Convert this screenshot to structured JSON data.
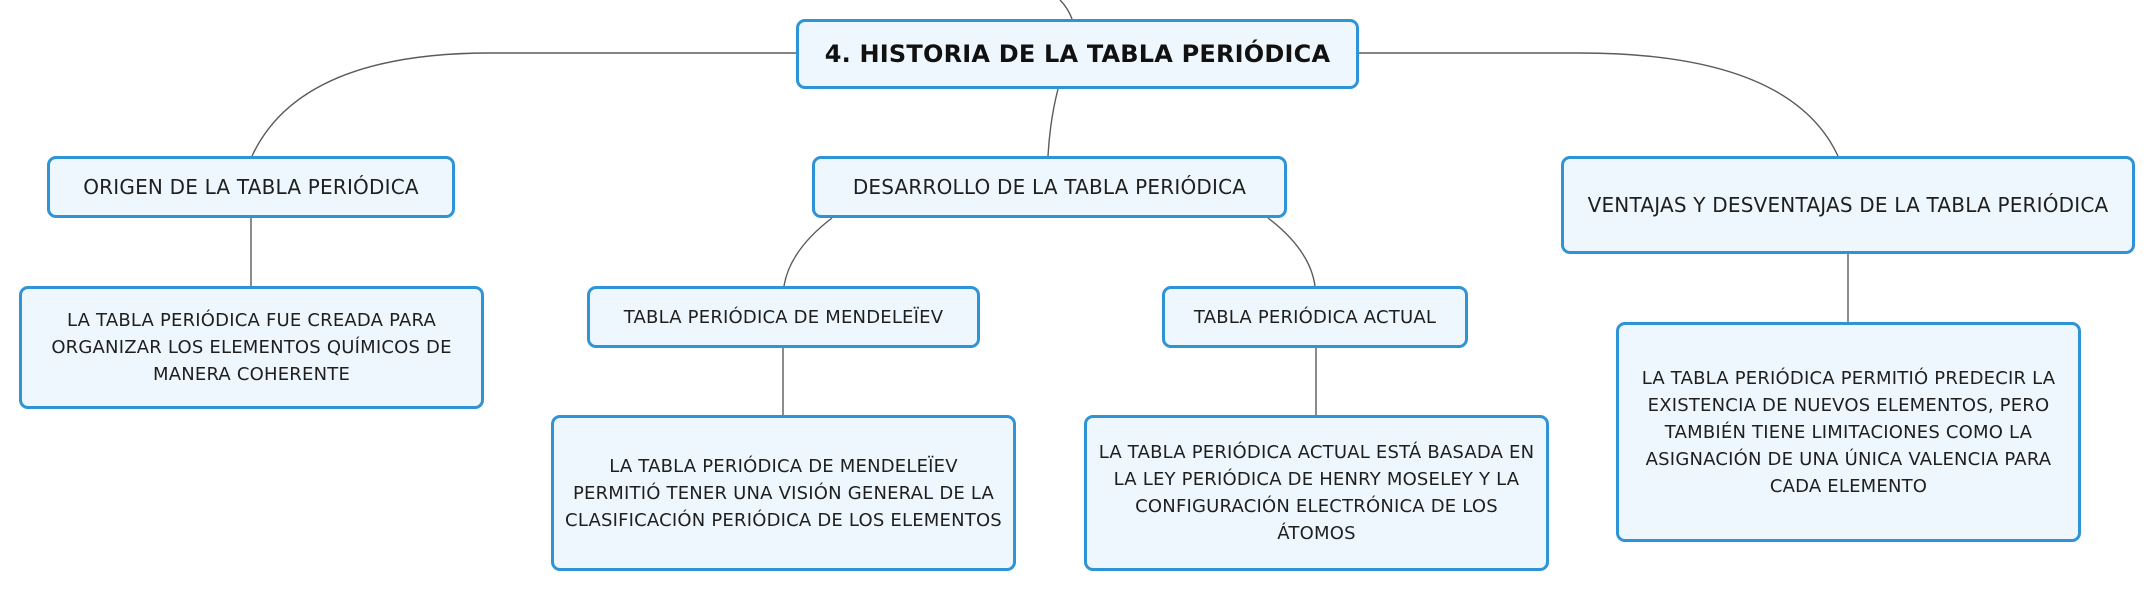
{
  "diagram": {
    "root": {
      "label": "4. HISTORIA DE LA TABLA PERIÓDICA"
    },
    "branches": [
      {
        "label": "ORIGEN DE LA TABLA PERIÓDICA",
        "detail": "LA TABLA PERIÓDICA FUE CREADA PARA ORGANIZAR LOS ELEMENTOS QUÍMICOS DE MANERA COHERENTE"
      },
      {
        "label": "DESARROLLO DE LA TABLA PERIÓDICA",
        "children": [
          {
            "label": "TABLA PERIÓDICA DE MENDELEÏEV",
            "detail": "LA TABLA PERIÓDICA DE MENDELEÏEV PERMITIÓ TENER UNA VISIÓN GENERAL DE LA CLASIFICACIÓN PERIÓDICA DE LOS ELEMENTOS"
          },
          {
            "label": "TABLA PERIÓDICA ACTUAL",
            "detail": "LA TABLA PERIÓDICA ACTUAL ESTÁ BASADA EN LA LEY PERIÓDICA DE HENRY MOSELEY Y LA CONFIGURACIÓN ELECTRÓNICA DE LOS ÁTOMOS"
          }
        ]
      },
      {
        "label": "VENTAJAS Y DESVENTAJAS DE LA TABLA PERIÓDICA",
        "detail": "LA TABLA PERIÓDICA PERMITIÓ PREDECIR LA EXISTENCIA DE NUEVOS ELEMENTOS, PERO TAMBIÉN TIENE LIMITACIONES COMO LA ASIGNACIÓN DE UNA ÚNICA VALENCIA PARA CADA ELEMENTO"
      }
    ]
  },
  "colors": {
    "node_border": "#2f94d6",
    "node_fill": "#eef7fd",
    "connector": "#5b5b5b",
    "text": "#1f1f1f"
  }
}
